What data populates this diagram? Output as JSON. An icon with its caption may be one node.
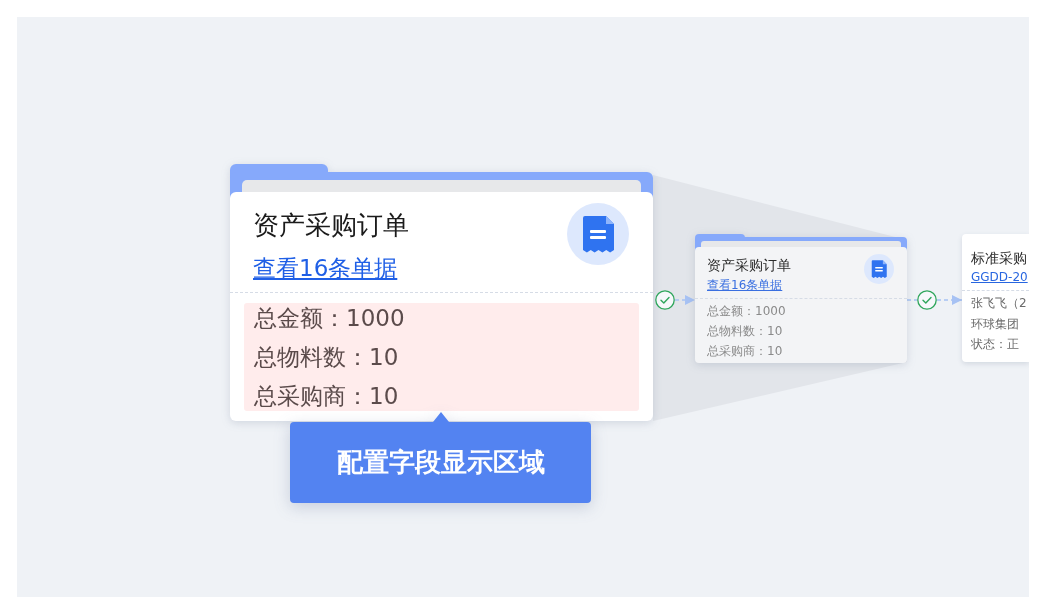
{
  "diagram": {
    "nodes": [
      {
        "text": [
          "资产采购订单",
          "查看16条单据"
        ]
      },
      {
        "text": [
          "总金额：1000",
          "总物料数：10",
          "总采购商：10"
        ],
        "in": 0
      },
      {
        "text": [
          "配置字段显示区域"
        ]
      },
      {
        "text": [],
        "shape": "circle"
      },
      {
        "text": [
          "资产采购订单",
          "查看16条单据",
          "总金额：1000",
          "总物料数：10",
          "总采购商：10"
        ]
      },
      {
        "text": [],
        "shape": "circle"
      },
      {
        "text": [
          "标准采购",
          "GGDD-20",
          "张飞飞（2",
          "环球集团",
          "状态：正"
        ]
      }
    ],
    "edges": [
      {
        "from": 3,
        "to": 4,
        "arrow": "to",
        "style": "dashed"
      },
      {
        "from": 4,
        "to": 5,
        "arrow": "none",
        "style": "dashed"
      },
      {
        "from": 5,
        "to": 6,
        "arrow": "to",
        "style": "dashed"
      }
    ]
  }
}
